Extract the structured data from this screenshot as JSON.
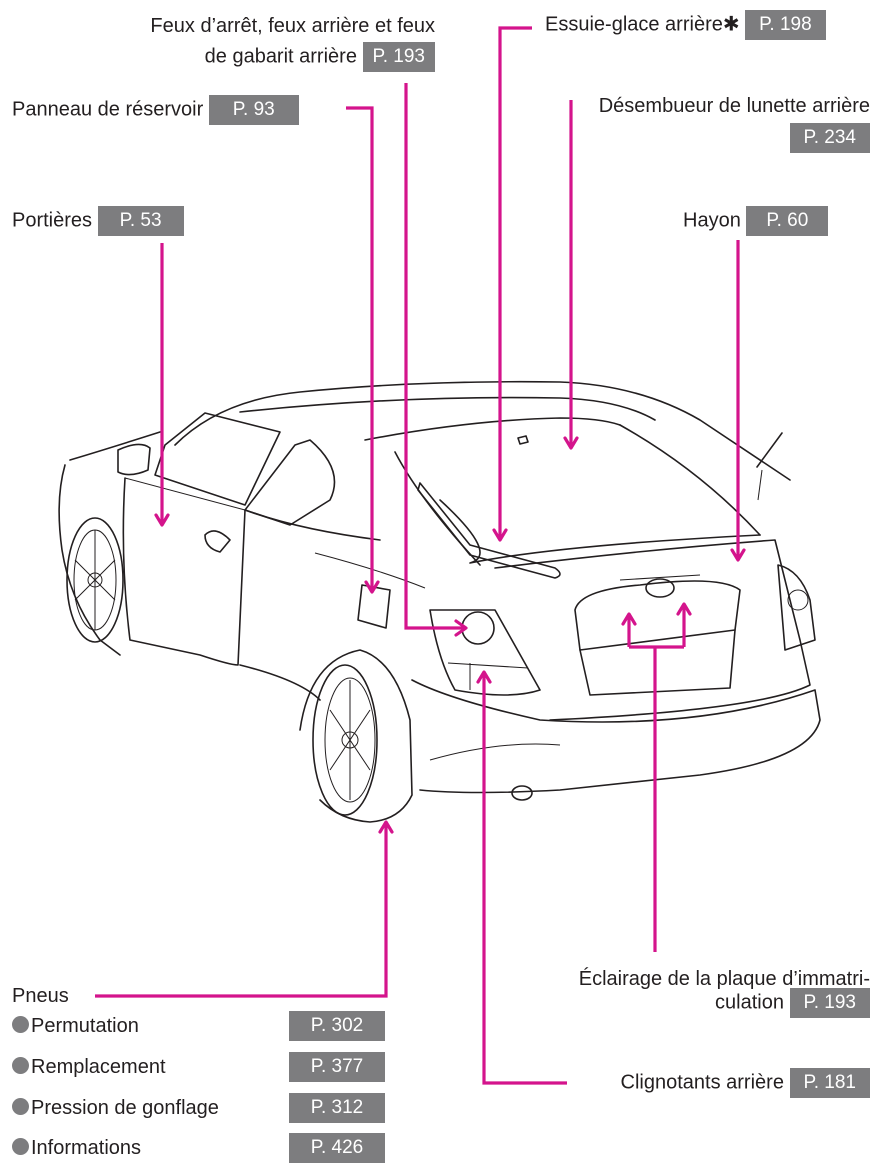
{
  "diagram": {
    "subject": "Vue arrière du véhicule",
    "accent_color": "#d4148c",
    "badge_color": "#7d7d7f"
  },
  "callouts": {
    "stop_lights": {
      "line1": "Feux d’arrêt, feux arrière et feux",
      "line2": "de gabarit arrière",
      "page": "P. 193"
    },
    "fuel_door": {
      "label": "Panneau de réservoir",
      "page": "P. 93"
    },
    "doors": {
      "label": "Portières",
      "page": "P. 53"
    },
    "rear_wiper": {
      "label": "Essuie-glace arrière✱",
      "page": "P. 198"
    },
    "rear_defogger": {
      "label": "Désembueur de lunette arrière",
      "page": "P. 234"
    },
    "back_door": {
      "label": "Hayon",
      "page": "P. 60"
    },
    "license_light": {
      "line1": "Éclairage de la plaque d’immatri-",
      "line2": "culation",
      "page": "P. 193"
    },
    "turn_signals": {
      "label": "Clignotants arrière",
      "page": "P. 181"
    }
  },
  "tires": {
    "title": "Pneus",
    "items": [
      {
        "label": "Permutation",
        "page": "P. 302"
      },
      {
        "label": "Remplacement",
        "page": "P. 377"
      },
      {
        "label": "Pression de gonflage",
        "page": "P. 312"
      },
      {
        "label": "Informations",
        "page": "P. 426"
      }
    ]
  }
}
